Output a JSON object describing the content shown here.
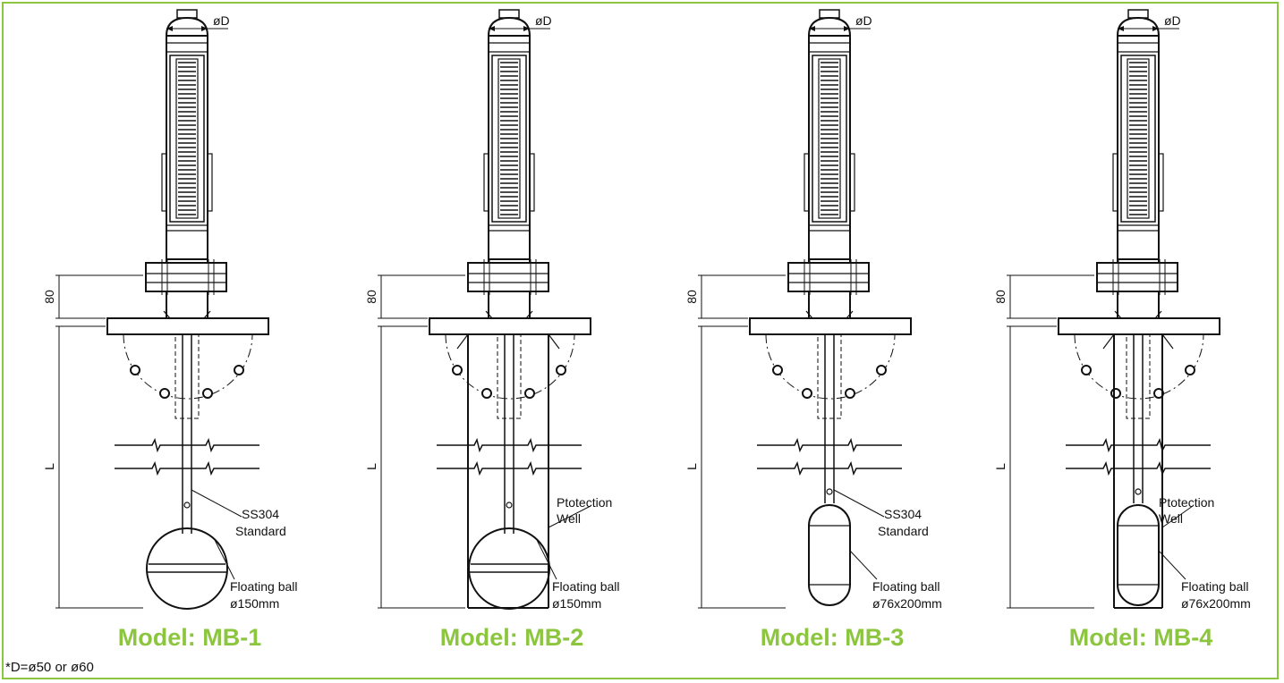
{
  "diameter_label": "øD",
  "height_dim_label": "80",
  "length_dim_label": "L",
  "models": [
    {
      "name": "Model: MB-1",
      "callout_1": [
        "SS304",
        "Standard"
      ],
      "callout_2": [
        "Floating ball",
        "ø150mm"
      ],
      "well": false,
      "float": "ball"
    },
    {
      "name": "Model: MB-2",
      "callout_1": [
        "Ptotection",
        "Well"
      ],
      "callout_2": [
        "Floating ball",
        "ø150mm"
      ],
      "well": true,
      "float": "ball"
    },
    {
      "name": "Model: MB-3",
      "callout_1": [
        "SS304",
        "Standard"
      ],
      "callout_2": [
        "Floating ball",
        "ø76x200mm"
      ],
      "well": false,
      "float": "capsule"
    },
    {
      "name": "Model: MB-4",
      "callout_1": [
        "Ptotection",
        "Well"
      ],
      "callout_2": [
        "Floating ball",
        "ø76x200mm"
      ],
      "well": true,
      "float": "capsule"
    }
  ],
  "footnote": "*D=ø50 or ø60",
  "colors": {
    "accent": "#8cc63f",
    "line": "#111111"
  }
}
